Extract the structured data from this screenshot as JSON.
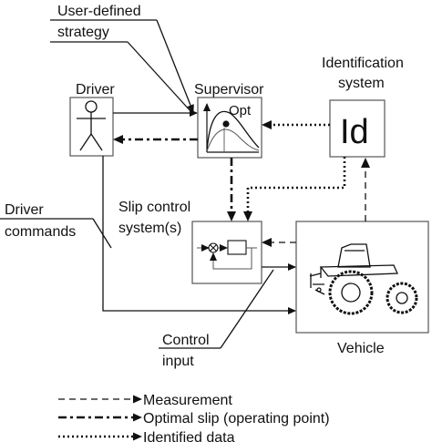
{
  "labels": {
    "user_defined_1": "User-defined",
    "user_defined_2": "strategy",
    "driver": "Driver",
    "supervisor": "Supervisor",
    "opt": "Opt",
    "identification_1": "Identification",
    "identification_2": "system",
    "id": "Id",
    "slip_control_1": "Slip control",
    "slip_control_2": "system(s)",
    "driver_commands_1": "Driver",
    "driver_commands_2": "commands",
    "control_input_1": "Control",
    "control_input_2": "input",
    "vehicle": "Vehicle"
  },
  "legend": [
    {
      "style": "dashed",
      "label": "Measurement"
    },
    {
      "style": "dashdot",
      "label": "Optimal slip (operating point)"
    },
    {
      "style": "dotted",
      "label": "Identified data"
    }
  ],
  "icons": {
    "driver": "stick-figure-icon",
    "opt_curve": "slip-curve-icon",
    "summation": "summing-junction-icon",
    "vehicle": "tractor-icon"
  }
}
